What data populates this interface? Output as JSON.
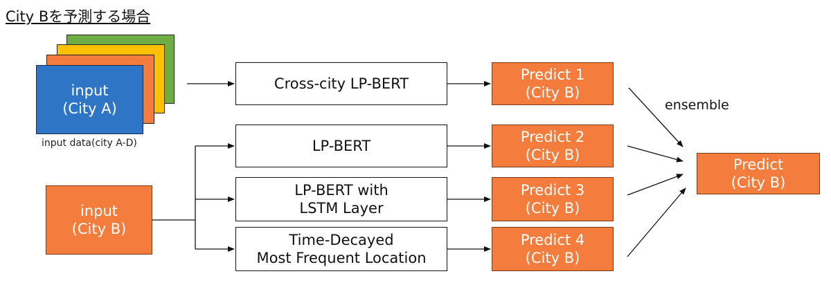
{
  "title": "City Bを予測する場合",
  "input_stack": {
    "line1": "input",
    "line2": "(City A)",
    "caption": "input data(city A-D)",
    "colors": [
      "#70ad47",
      "#ffc000",
      "#f47c3c",
      "#2e75c6"
    ]
  },
  "input_b": {
    "line1": "input",
    "line2": "(City B)"
  },
  "models": [
    {
      "line1": "Cross-city LP-BERT",
      "line2": ""
    },
    {
      "line1": "LP-BERT",
      "line2": ""
    },
    {
      "line1": "LP-BERT with",
      "line2": "LSTM Layer"
    },
    {
      "line1": "Time-Decayed",
      "line2": "Most Frequent Location"
    }
  ],
  "predictions": [
    {
      "line1": "Predict 1",
      "line2": "(City B)"
    },
    {
      "line1": "Predict 2",
      "line2": "(City B)"
    },
    {
      "line1": "Predict 3",
      "line2": "(City B)"
    },
    {
      "line1": "Predict 4",
      "line2": "(City B)"
    }
  ],
  "ensemble_label": "ensemble",
  "final": {
    "line1": "Predict",
    "line2": "(City B)"
  }
}
